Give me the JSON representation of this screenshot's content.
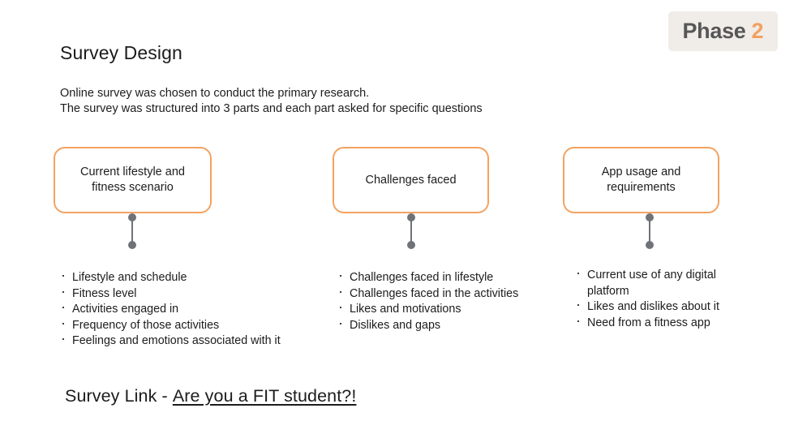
{
  "badge": {
    "word": "Phase",
    "number": "2"
  },
  "title": "Survey Design",
  "intro": {
    "line1": "Online survey was chosen to conduct the primary research.",
    "line2": "The survey was structured into 3 parts and each part asked for specific questions"
  },
  "columns": [
    {
      "card_label": "Current lifestyle and fitness scenario",
      "bullets": [
        "Lifestyle and schedule",
        "Fitness level",
        "Activities engaged in",
        "Frequency of those activities",
        "Feelings and emotions associated with it"
      ]
    },
    {
      "card_label": "Challenges faced",
      "bullets": [
        "Challenges faced in lifestyle",
        "Challenges faced in the activities",
        "Likes and motivations",
        "Dislikes and gaps"
      ]
    },
    {
      "card_label": "App usage and requirements",
      "bullets": [
        "Current use of any digital platform",
        "Likes and dislikes about it",
        "Need from a fitness app"
      ]
    }
  ],
  "survey_link": {
    "prefix": "Survey Link - ",
    "text": "Are you a FIT student?!"
  },
  "colors": {
    "accent_orange": "#f4a261",
    "badge_bg": "#f0ece8",
    "connector_gray": "#6f7378",
    "text": "#1c1c1c"
  }
}
